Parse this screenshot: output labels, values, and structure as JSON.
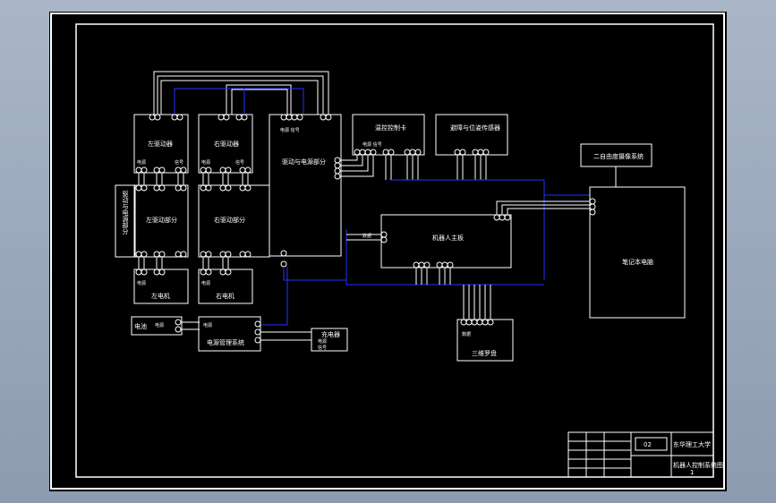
{
  "diagram": {
    "colors": {
      "frame": "#ffffff",
      "line": "#ffffff",
      "wire": "#2233ff",
      "background": "#000000"
    },
    "blocks": {
      "left_mech": "左驱动器",
      "right_mech": "右驱动器",
      "signal_unit": "驱动与电源部分",
      "temp_ctrl": "温控控制卡",
      "sensor": "避障与位姿传感器",
      "lcd": "二自由度摄像系统",
      "left_motor_ctrl": "左驱动部分",
      "right_motor_ctrl": "右驱动部分",
      "left_motor": "左电机",
      "right_motor": "右电机",
      "main_board": "机器人主板",
      "big_block": "笔记本电脑",
      "battery": "电池",
      "power_mgmt": "电源管理系统",
      "power_out": "充电器",
      "third_block": "三维罗盘",
      "side_vertical": "驱动与电源部分"
    },
    "pin_labels": {
      "pw": "电源",
      "sig": "信号",
      "pw_sig": "电源 信号",
      "data": "数据",
      "main_in": "数据",
      "batt_out": "电源",
      "mgmt_in": "电源",
      "out_a": "电源",
      "out_b": "信号"
    },
    "title_block": {
      "school": "东华理工大学",
      "project": "机器人控制系统图",
      "code": "02",
      "sheet": "1"
    }
  }
}
